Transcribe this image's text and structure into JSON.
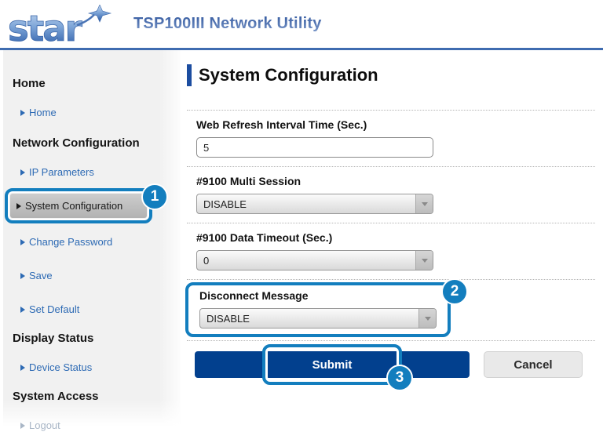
{
  "header": {
    "logo": "star",
    "title": "TSP100III Network Utility"
  },
  "sidebar": {
    "sections": [
      {
        "heading": "Home",
        "items": [
          {
            "label": "Home"
          }
        ]
      },
      {
        "heading": "Network Configuration",
        "items": [
          {
            "label": "IP Parameters"
          },
          {
            "label": "System Configuration",
            "selected": true
          },
          {
            "label": "Change Password"
          },
          {
            "label": "Save"
          },
          {
            "label": "Set Default"
          }
        ]
      },
      {
        "heading": "Display Status",
        "items": [
          {
            "label": "Device Status"
          }
        ]
      },
      {
        "heading": "System Access",
        "items": [
          {
            "label": "Logout",
            "disabled": true
          }
        ]
      }
    ]
  },
  "main": {
    "title": "System Configuration",
    "fields": [
      {
        "label": "Web Refresh Interval Time (Sec.)",
        "type": "text",
        "value": "5"
      },
      {
        "label": "#9100 Multi Session",
        "type": "select",
        "value": "DISABLE"
      },
      {
        "label": "#9100 Data Timeout (Sec.)",
        "type": "select",
        "value": "0"
      },
      {
        "label": "Disconnect Message",
        "type": "select",
        "value": "DISABLE"
      }
    ],
    "buttons": {
      "submit": "Submit",
      "cancel": "Cancel"
    }
  },
  "annotations": {
    "badge1": "1",
    "badge2": "2",
    "badge3": "3",
    "highlight_color": "#137ebe"
  },
  "colors": {
    "accent_navy": "#02408e",
    "link_blue": "#2d6ab4",
    "header_line": "#3f6cb0",
    "title_bar_blue": "#1c4da0"
  }
}
